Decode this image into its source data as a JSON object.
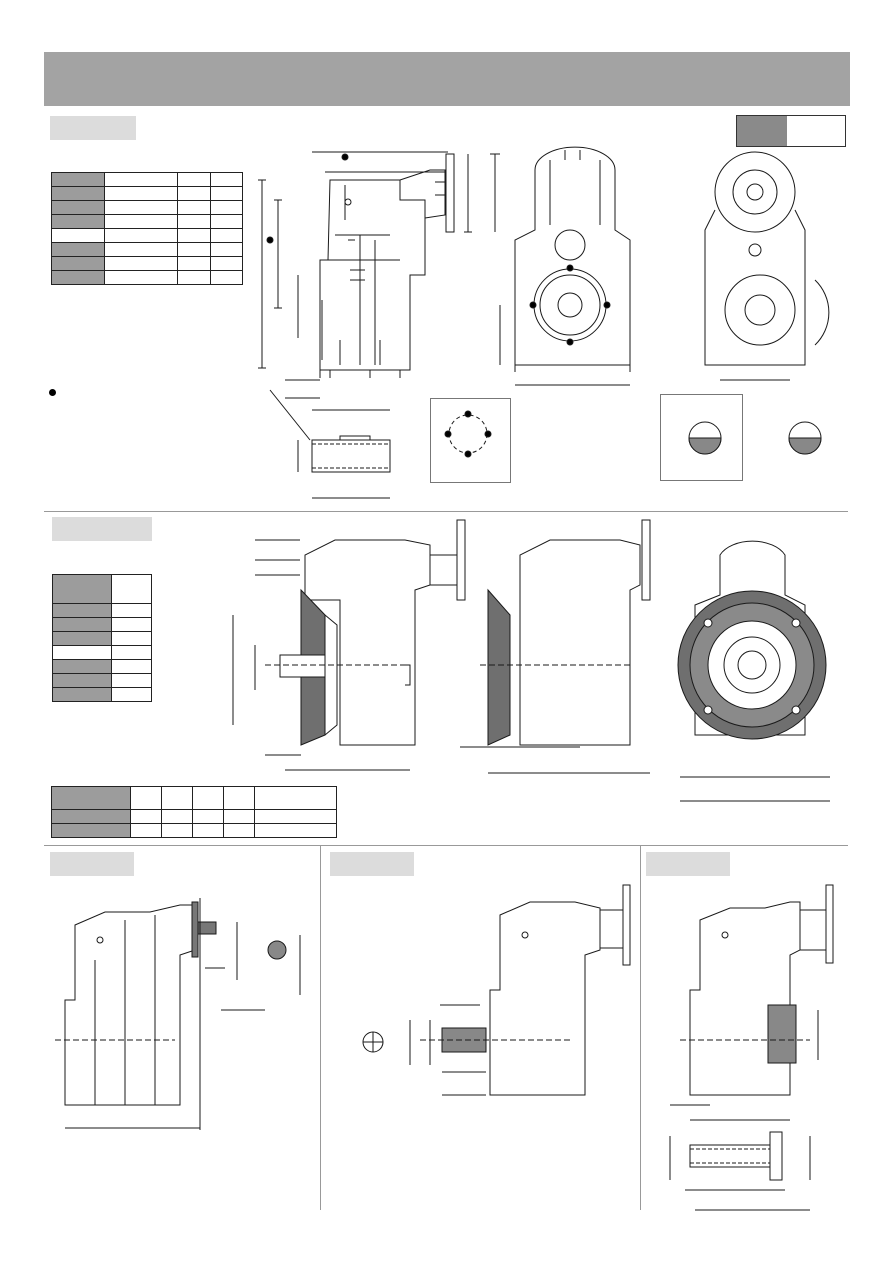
{
  "page": {
    "title": "",
    "sections": [
      {
        "id": "main-dimensions",
        "label": ""
      },
      {
        "id": "flange-mount",
        "label": ""
      },
      {
        "id": "torque-arm",
        "label": ""
      },
      {
        "id": "solid-shaft",
        "label": ""
      },
      {
        "id": "shrink-disc",
        "label": ""
      }
    ],
    "legend": {
      "dark_label": "",
      "light_label": ""
    },
    "colors": {
      "header": "#a3a3a3",
      "tag": "#dcdcdc",
      "table_header": "#9c9c9c",
      "hatch": "#6f6f6f",
      "line": "#1a1a1a"
    }
  }
}
